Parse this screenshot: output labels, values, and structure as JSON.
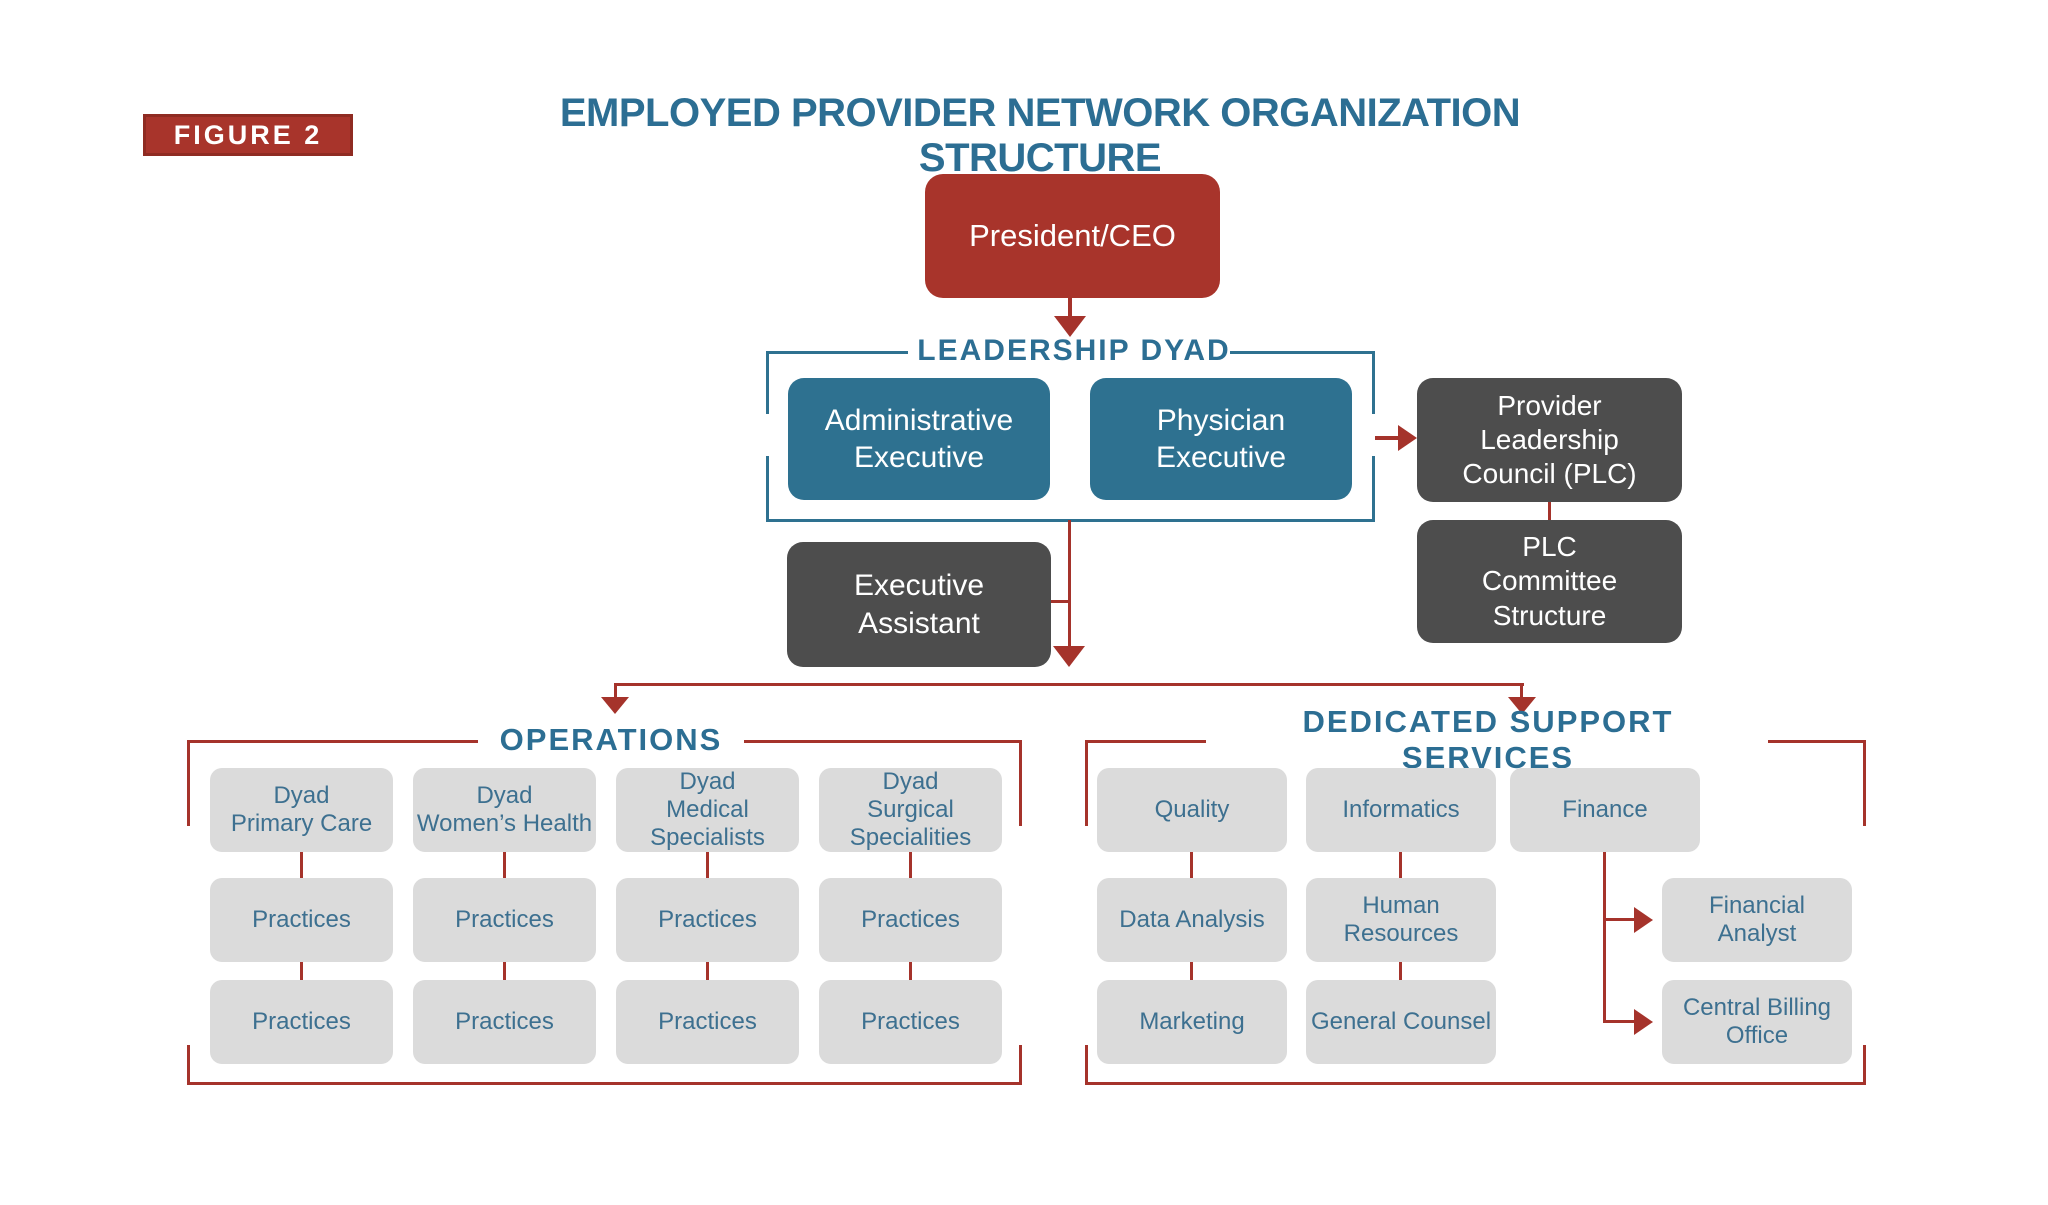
{
  "figure_label": "FIGURE 2",
  "title": "EMPLOYED PROVIDER NETWORK ORGANIZATION STRUCTURE",
  "chart": {
    "ceo": "President/CEO",
    "dyad_label": "LEADERSHIP DYAD",
    "admin_exec": "Administrative\nExecutive",
    "physician_exec": "Physician\nExecutive",
    "plc": "Provider\nLeadership\nCouncil (PLC)",
    "plc_committee": "PLC\nCommittee\nStructure",
    "exec_assistant": "Executive\nAssistant"
  },
  "operations": {
    "label": "OPERATIONS",
    "columns": [
      {
        "head": "Dyad\nPrimary Care",
        "child1": "Practices",
        "child2": "Practices"
      },
      {
        "head": "Dyad\nWomen’s Health",
        "child1": "Practices",
        "child2": "Practices"
      },
      {
        "head": "Dyad\nMedical\nSpecialists",
        "child1": "Practices",
        "child2": "Practices"
      },
      {
        "head": "Dyad\nSurgical\nSpecialities",
        "child1": "Practices",
        "child2": "Practices"
      }
    ]
  },
  "support": {
    "label": "DEDICATED SUPPORT SERVICES",
    "col1": [
      "Quality",
      "Data Analysis",
      "Marketing"
    ],
    "col2": [
      "Informatics",
      "Human\nResources",
      "General Counsel"
    ],
    "finance": "Finance",
    "finance_children": [
      "Financial\nAnalyst",
      "Central Billing\nOffice"
    ]
  },
  "colors": {
    "brand_red": "#A8342B",
    "line_red": "#A5332B",
    "teal_heading": "#2C6E93",
    "steel_blue_box": "#2E7190",
    "dark_gray_box": "#4D4D4D",
    "light_gray_box": "#DBDBDB",
    "light_box_text": "#3D7090"
  }
}
